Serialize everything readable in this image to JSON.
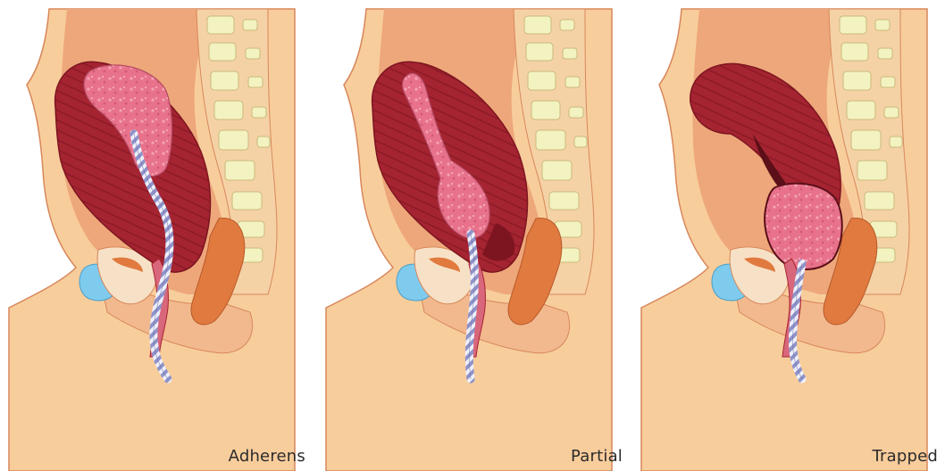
{
  "panels": [
    {
      "id": "adherens",
      "caption": "Adherens",
      "placenta": "upper"
    },
    {
      "id": "partial",
      "caption": "Partial",
      "placenta": "middle"
    },
    {
      "id": "trapped",
      "caption": "Trapped",
      "placenta": "lower"
    }
  ],
  "colors": {
    "skin": "#f8cd9c",
    "skin_outline": "#d7875a",
    "abdominal_wall": "#eea77a",
    "inner_body": "#f2b98e",
    "uterus": "#a8232f",
    "uterus_dark": "#7d1520",
    "placenta": "#e7708a",
    "cord_stripe": "#8f93c9",
    "spine": "#f3f2c1",
    "bladder": "#7fcbee",
    "rectum": "#e07a3f"
  }
}
